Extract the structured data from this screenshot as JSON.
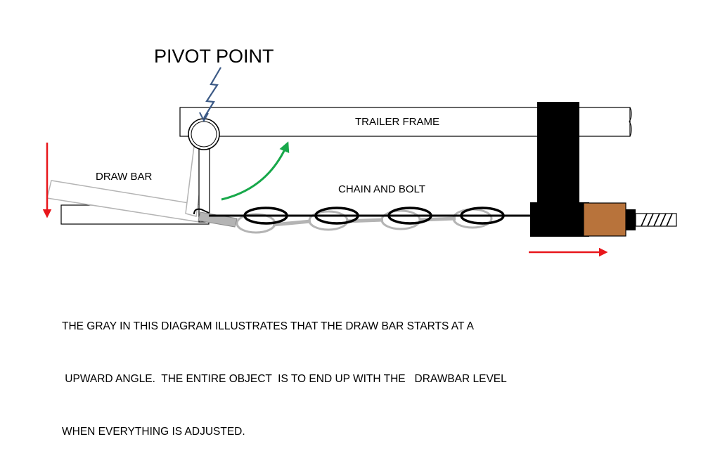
{
  "labels": {
    "pivot_point": "PIVOT POINT",
    "trailer_frame": "TRAILER FRAME",
    "draw_bar": "DRAW BAR",
    "chain_and_bolt": "CHAIN AND BOLT"
  },
  "caption": {
    "line1": "THE GRAY IN THIS DIAGRAM ILLUSTRATES THAT THE DRAW BAR STARTS AT A",
    "line2": " UPWARD ANGLE.  THE ENTIRE OBJECT  IS TO END UP WITH THE   DRAWBAR LEVEL",
    "line3": "WHEN EVERYTHING IS ADJUSTED."
  },
  "colors": {
    "arrow_red": "#e8161b",
    "arrow_green": "#17a84a",
    "pivot_pointer_blue": "#3c5a86",
    "gray_drawing": "#b4b4b4",
    "bracket_black": "#000000",
    "nut_brown": "#b8733b"
  }
}
